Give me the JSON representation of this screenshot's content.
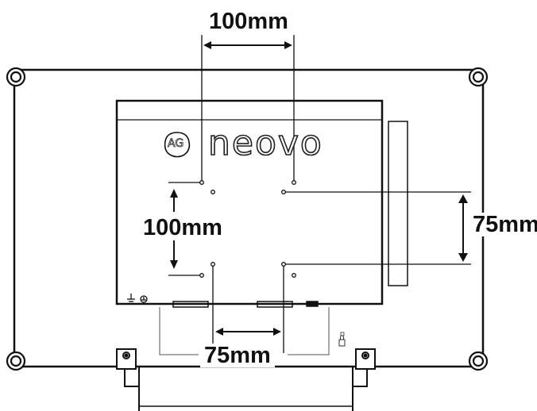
{
  "brand": {
    "logo_mark": "AG",
    "name": "neovo"
  },
  "dimensions": {
    "vesa_100_horizontal": "100mm",
    "vesa_100_vertical": "100mm",
    "vesa_75_horizontal": "75mm",
    "vesa_75_vertical": "75mm"
  },
  "colors": {
    "line": "#111111",
    "background": "#ffffff"
  }
}
